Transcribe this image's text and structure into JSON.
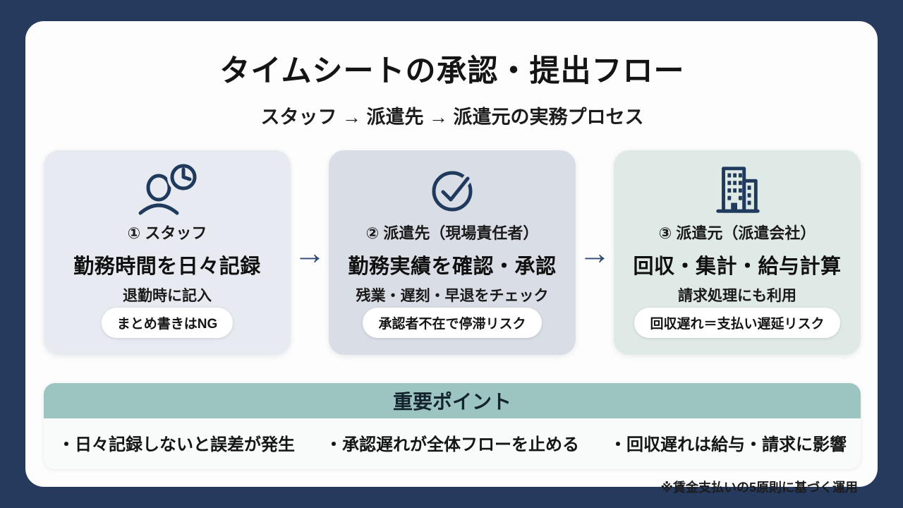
{
  "page": {
    "title": "タイムシートの承認・提出フロー",
    "subtitle": "スタッフ → 派遣先 → 派遣元の実務プロセス"
  },
  "flow": {
    "arrow": "→",
    "cards": [
      {
        "icon": "person-clock-icon",
        "step": "① スタッフ",
        "main": "勤務時間を日々記録",
        "sub": "退勤時に記入",
        "badge": "まとめ書きはNG"
      },
      {
        "icon": "check-circle-icon",
        "step": "② 派遣先（現場責任者）",
        "main": "勤務実績を確認・承認",
        "sub": "残業・遅刻・早退をチェック",
        "badge": "承認者不在で停滞リスク"
      },
      {
        "icon": "building-icon",
        "step": "③ 派遣元（派遣会社）",
        "main": "回収・集計・給与計算",
        "sub": "請求処理にも利用",
        "badge": "回収遅れ＝支払い遅延リスク"
      }
    ]
  },
  "points": {
    "header": "重要ポイント",
    "items": [
      "・日々記録しないと誤差が発生",
      "・承認遅れが全体フローを止める",
      "・回収遅れは給与・請求に影響"
    ]
  },
  "footnote": "※賃金支払いの5原則に基づく運用",
  "colors": {
    "background": "#253a5d",
    "panel": "#fdfdfd",
    "card_staff_bg": "#e8eaf1",
    "card_client_bg": "#d9dde5",
    "card_agency_bg": "#dfe9e6",
    "icon_navy": "#1f3a5c",
    "points_header_bg": "#9cc5c1",
    "points_body_bg": "#f8fbfa",
    "badge_bg": "#ffffff"
  }
}
